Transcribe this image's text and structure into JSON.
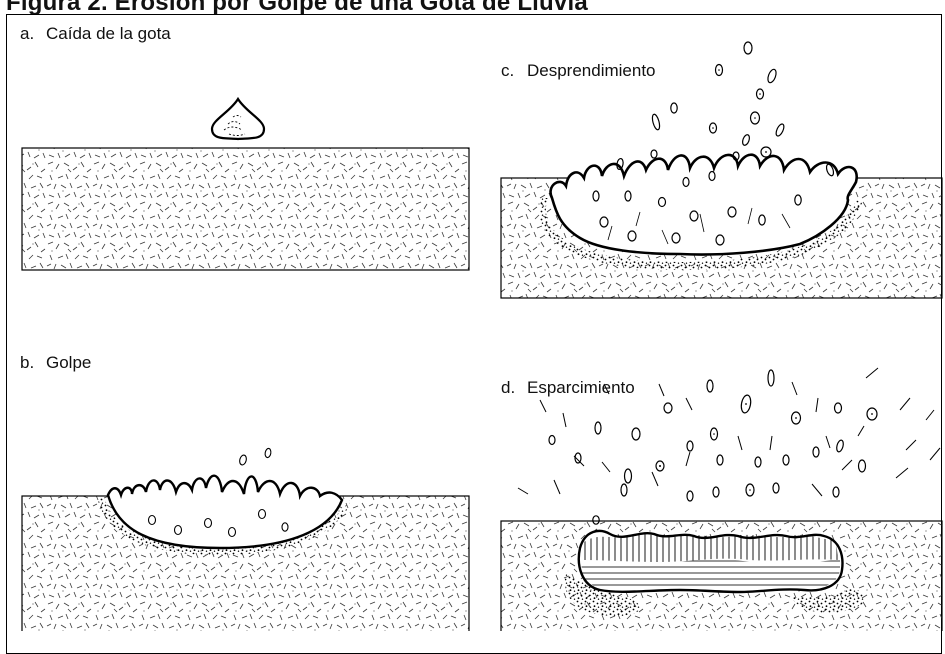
{
  "figure": {
    "title": "Figura 2. Erosión por Golpe de una Gota de Lluvia"
  },
  "panels": [
    {
      "letter": "a.",
      "label": "Caída de la gota"
    },
    {
      "letter": "b.",
      "label": "Golpe"
    },
    {
      "letter": "c.",
      "label": "Desprendimiento"
    },
    {
      "letter": "d.",
      "label": "Esparcimiento"
    }
  ],
  "colors": {
    "ink": "#000000",
    "soil_hatch": "#333333",
    "background": "#ffffff"
  }
}
